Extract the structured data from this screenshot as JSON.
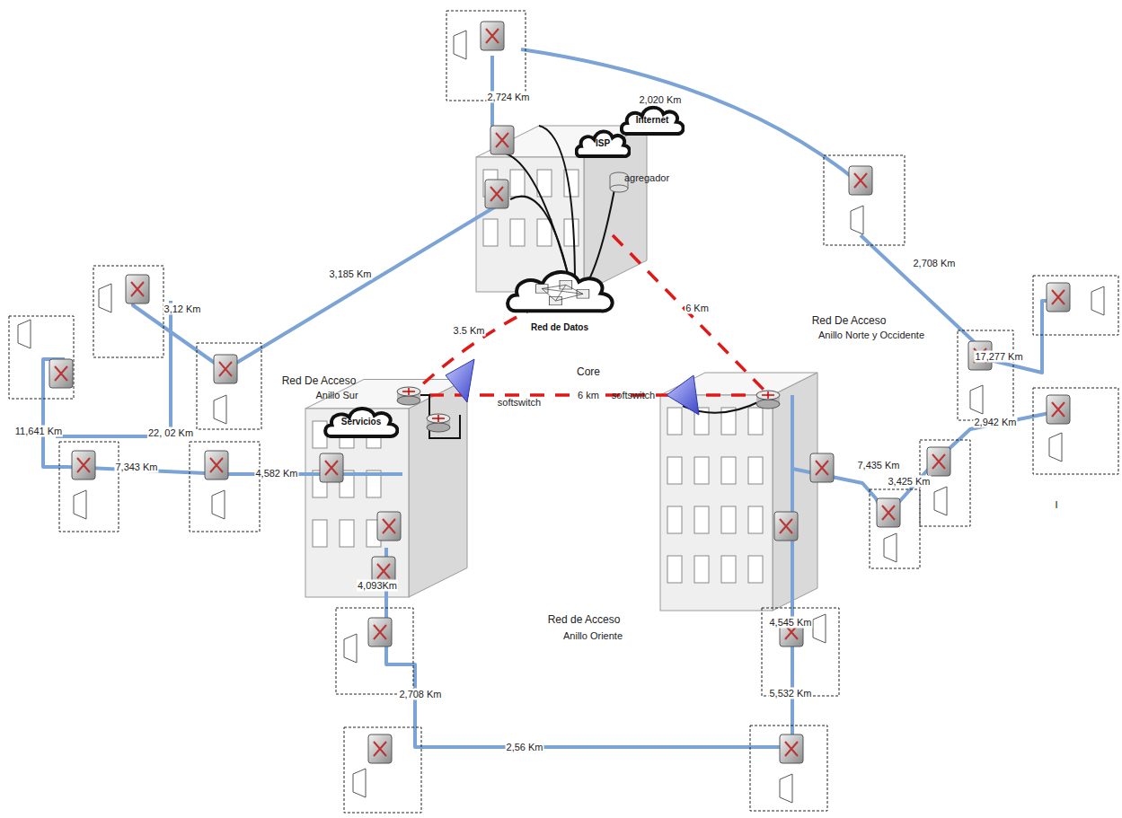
{
  "diagram": {
    "nodes": [
      {
        "text": [
          "Internet"
        ]
      },
      {
        "text": [
          "ISP"
        ]
      },
      {
        "text": [
          "Red de Datos"
        ]
      },
      {
        "text": [
          "Servicios"
        ]
      }
    ],
    "labels": [
      "2,724 Km",
      "2,020 Km",
      "agregador",
      "2,708 Km",
      "3,185 Km",
      "3,12 Km",
      "3.5 Km",
      "6 Km",
      "Red De Acceso",
      "Anillo Norte y Occidente",
      "17,277 Km",
      "Core",
      "softswitch",
      "softswitch",
      "Red De Acceso",
      "Anillo Sur",
      "11,641 Km",
      "22, 02 Km",
      "7,343 Km",
      "4,582 Km",
      "6 km",
      "2,942 Km",
      "3,425 Km",
      "7,435 Km",
      "4,093Km",
      "Red de Acceso",
      "Anillo Oriente",
      "4,545 Km",
      "2,708 Km",
      "5,532 Km",
      "2,56 Km",
      "I"
    ]
  }
}
